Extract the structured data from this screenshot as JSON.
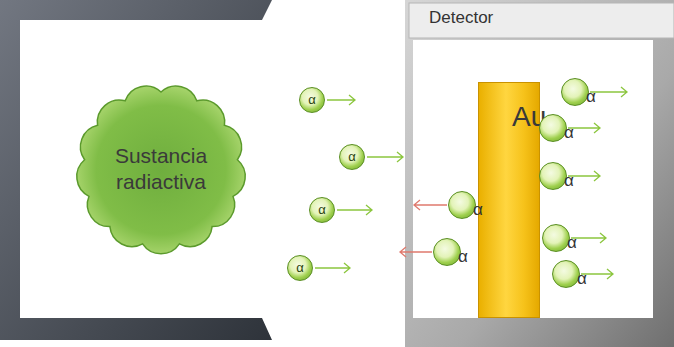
{
  "diagram": {
    "nodes": [
      {
        "text": [
          "Sustancia radiactiva"
        ]
      },
      {
        "text": [
          "α"
        ]
      },
      {
        "text": [
          "α"
        ]
      },
      {
        "text": [
          "α"
        ]
      },
      {
        "text": [
          "α"
        ]
      },
      {
        "text": [
          "Detector"
        ]
      },
      {
        "text": [
          "Au"
        ],
        "in": 5
      },
      {
        "text": [
          "α"
        ],
        "in": 5
      },
      {
        "text": [
          "α"
        ],
        "in": 5
      },
      {
        "text": [
          "α"
        ],
        "in": 5
      },
      {
        "text": [
          "α"
        ],
        "in": 5
      },
      {
        "text": [
          "α"
        ],
        "in": 5
      },
      {
        "text": [
          "α"
        ],
        "in": 5
      },
      {
        "text": [
          "α"
        ],
        "in": 5
      }
    ]
  }
}
